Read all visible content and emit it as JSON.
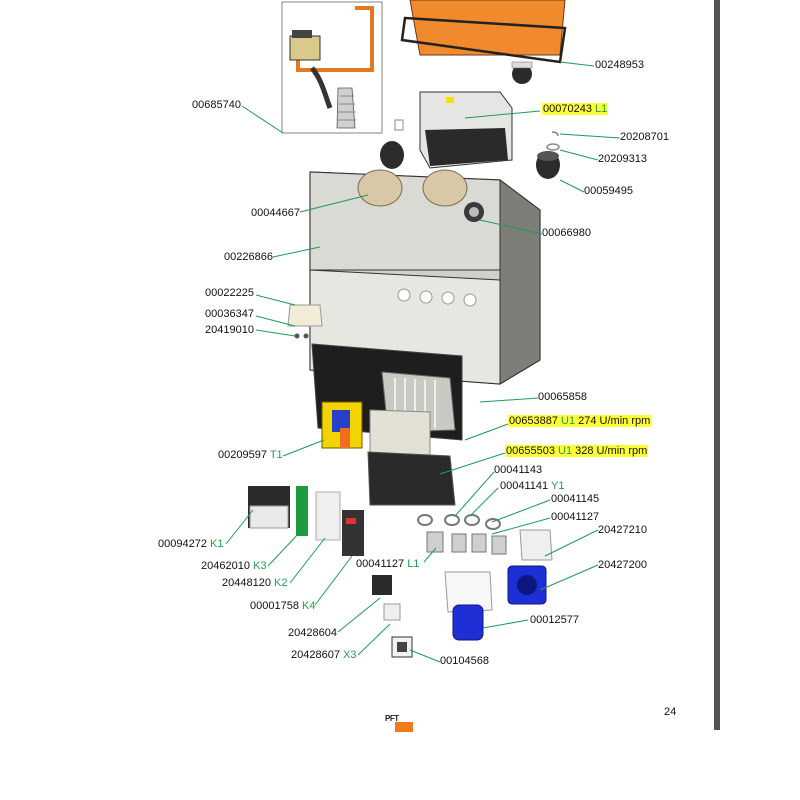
{
  "colors": {
    "highlight": "#ffff33",
    "reference_green": "#22a04a",
    "leader_line": "#1f9a5a",
    "housing_orange": "#f08a2c",
    "cabinet_grey": "#d8d8d2",
    "board_black": "#222222",
    "socket_blue": "#1e2fd6"
  },
  "page_number": "24",
  "logo": {
    "text": "PFT"
  },
  "labels": [
    {
      "id": "00685740",
      "code": "00685740"
    },
    {
      "id": "00248953",
      "code": "00248953"
    },
    {
      "id": "00070243",
      "code": "00070243",
      "ref": "L1",
      "highlight": true
    },
    {
      "id": "20208701",
      "code": "20208701"
    },
    {
      "id": "20209313",
      "code": "20209313"
    },
    {
      "id": "00059495",
      "code": "00059495"
    },
    {
      "id": "00044667",
      "code": "00044667"
    },
    {
      "id": "00066980",
      "code": "00066980"
    },
    {
      "id": "00226866",
      "code": "00226866"
    },
    {
      "id": "00022225",
      "code": "00022225"
    },
    {
      "id": "00036347",
      "code": "00036347"
    },
    {
      "id": "20419010",
      "code": "20419010"
    },
    {
      "id": "00065858",
      "code": "00065858"
    },
    {
      "id": "00653887",
      "code": "00653887",
      "ref": "U1",
      "extra": "274 U/min rpm",
      "highlight": true
    },
    {
      "id": "00655503",
      "code": "00655503",
      "ref": "U1",
      "extra": "328 U/min rpm",
      "highlight": true
    },
    {
      "id": "00209597",
      "code": "00209597",
      "ref": "T1"
    },
    {
      "id": "00041143",
      "code": "00041143"
    },
    {
      "id": "00041141",
      "code": "00041141",
      "ref": "Y1"
    },
    {
      "id": "00041145",
      "code": "00041145"
    },
    {
      "id": "00041127a",
      "code": "00041127"
    },
    {
      "id": "20427210",
      "code": "20427210"
    },
    {
      "id": "00094272",
      "code": "00094272",
      "ref": "K1"
    },
    {
      "id": "00041127b",
      "code": "00041127",
      "ref": "L1"
    },
    {
      "id": "20427200",
      "code": "20427200"
    },
    {
      "id": "20462010",
      "code": "20462010",
      "ref": "K3"
    },
    {
      "id": "20448120",
      "code": "20448120",
      "ref": "K2"
    },
    {
      "id": "00001758",
      "code": "00001758",
      "ref": "K4"
    },
    {
      "id": "00012577",
      "code": "00012577"
    },
    {
      "id": "20428604",
      "code": "20428604"
    },
    {
      "id": "20428607",
      "code": "20428607",
      "ref": "X3"
    },
    {
      "id": "00104568",
      "code": "00104568"
    }
  ]
}
